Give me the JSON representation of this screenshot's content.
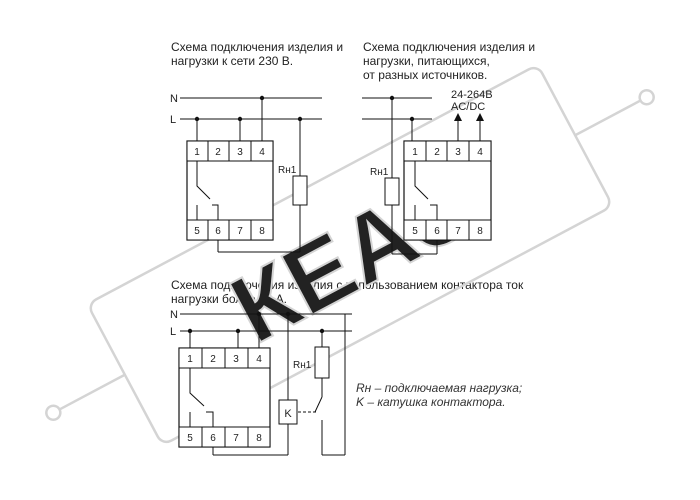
{
  "captions": {
    "top_left": [
      "Схема подключения изделия и",
      "нагрузки к сети 230 В."
    ],
    "top_right": [
      "Схема подключения изделия и",
      "нагрузки, питающихся,",
      "от разных источников."
    ],
    "bottom": [
      "Схема подключения изделия с использованием контактора ток",
      "нагрузки более 16 А."
    ]
  },
  "lines": {
    "neutral": "N",
    "live": "L"
  },
  "terminals": [
    "1",
    "2",
    "3",
    "4",
    "5",
    "6",
    "7",
    "8"
  ],
  "load_label": "Rн1",
  "supply": [
    "24-264В",
    "AC/DC"
  ],
  "coil_label": "K",
  "watermark": "КЕАЗ",
  "notes": [
    "Rн – подключаемая нагрузка;",
    "K – катушка контактора."
  ]
}
